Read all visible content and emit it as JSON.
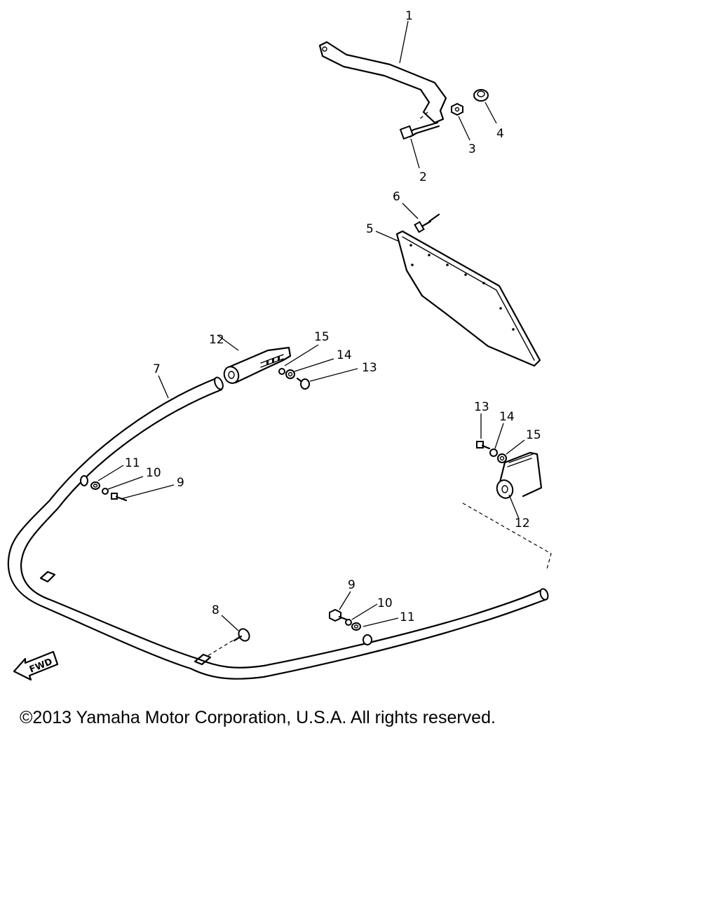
{
  "diagram": {
    "callouts": {
      "c1": "1",
      "c2": "2",
      "c3": "3",
      "c4": "4",
      "c5": "5",
      "c6": "6",
      "c7": "7",
      "c8": "8",
      "c9a": "9",
      "c10a": "10",
      "c11a": "11",
      "c9b": "9",
      "c10b": "10",
      "c11b": "11",
      "c12a": "12",
      "c13a": "13",
      "c14a": "14",
      "c15a": "15",
      "c12b": "12",
      "c13b": "13",
      "c14b": "14",
      "c15b": "15"
    },
    "fwd_label": "FWD"
  },
  "footer": {
    "copyright": "©2013 Yamaha Motor Corporation, U.S.A. All rights reserved."
  }
}
